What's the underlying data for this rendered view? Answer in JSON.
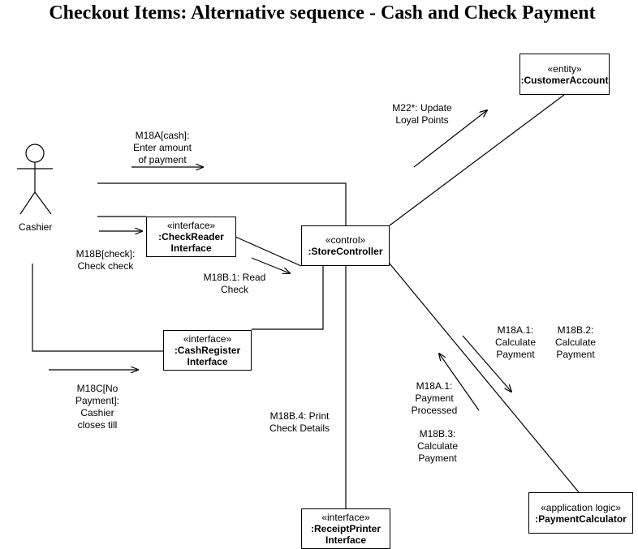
{
  "title": "Checkout Items: Alternative sequence - Cash and Check Payment",
  "actor": {
    "name": "Cashier"
  },
  "objects": {
    "customer_account": {
      "stereotype": "«entity»",
      "name_lines": [
        ":CustomerAccount"
      ]
    },
    "store_controller": {
      "stereotype": "«control»",
      "name_lines": [
        ":StoreController"
      ]
    },
    "check_reader": {
      "stereotype": "«interface»",
      "name_lines": [
        ":CheckReader",
        "Interface"
      ]
    },
    "cash_register": {
      "stereotype": "«interface»",
      "name_lines": [
        ":CashRegister",
        "Interface"
      ]
    },
    "receipt_printer": {
      "stereotype": "«interface»",
      "name_lines": [
        ":ReceiptPrinter",
        "Interface"
      ]
    },
    "payment_calculator": {
      "stereotype": "«application logic»",
      "name_lines": [
        ":PaymentCalculator"
      ]
    }
  },
  "messages": {
    "m18a_cash": [
      "M18A[cash]:",
      "Enter amount",
      "of payment"
    ],
    "m18b_check": [
      "M18B[check]:",
      "Check check"
    ],
    "m18b1": [
      "M18B.1: Read",
      "Check"
    ],
    "m18c": [
      "M18C[No",
      "Payment]:",
      "Cashier",
      "closes till"
    ],
    "m22": [
      "M22*: Update",
      "Loyal Points"
    ],
    "m18a1_calc": [
      "M18A.1:",
      "Calculate",
      "Payment"
    ],
    "m18b2": [
      "M18B.2:",
      "Calculate",
      "Payment"
    ],
    "m18a1_proc": [
      "M18A.1:",
      "Payment",
      "Processed"
    ],
    "m18b3": [
      "M18B.3:",
      "Calculate",
      "Payment"
    ],
    "m18b4": [
      "M18B.4: Print",
      "Check Details"
    ]
  }
}
